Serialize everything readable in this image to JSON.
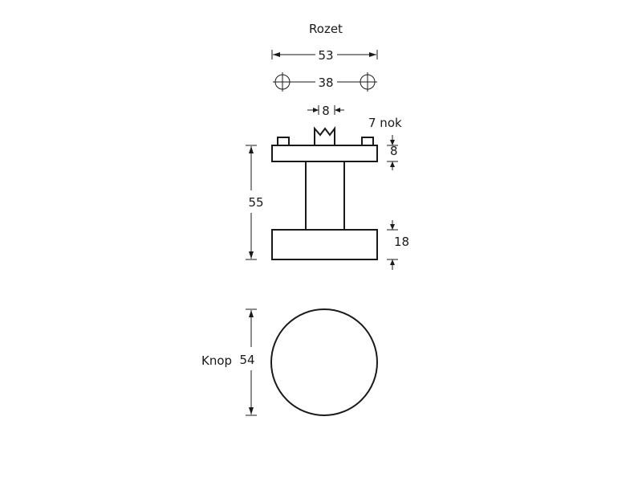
{
  "labels": {
    "rosette_title": "Rozet",
    "knob_label": "Knop",
    "teeth_label": "7 nok"
  },
  "dimensions": {
    "rosette_diameter": "53",
    "hole_spacing": "38",
    "spindle_width": "8",
    "rosette_thickness": "8",
    "total_height": "55",
    "knob_thickness": "18",
    "knob_diameter": "54"
  },
  "colors": {
    "line": "#1a1a1a",
    "background": "#ffffff"
  }
}
